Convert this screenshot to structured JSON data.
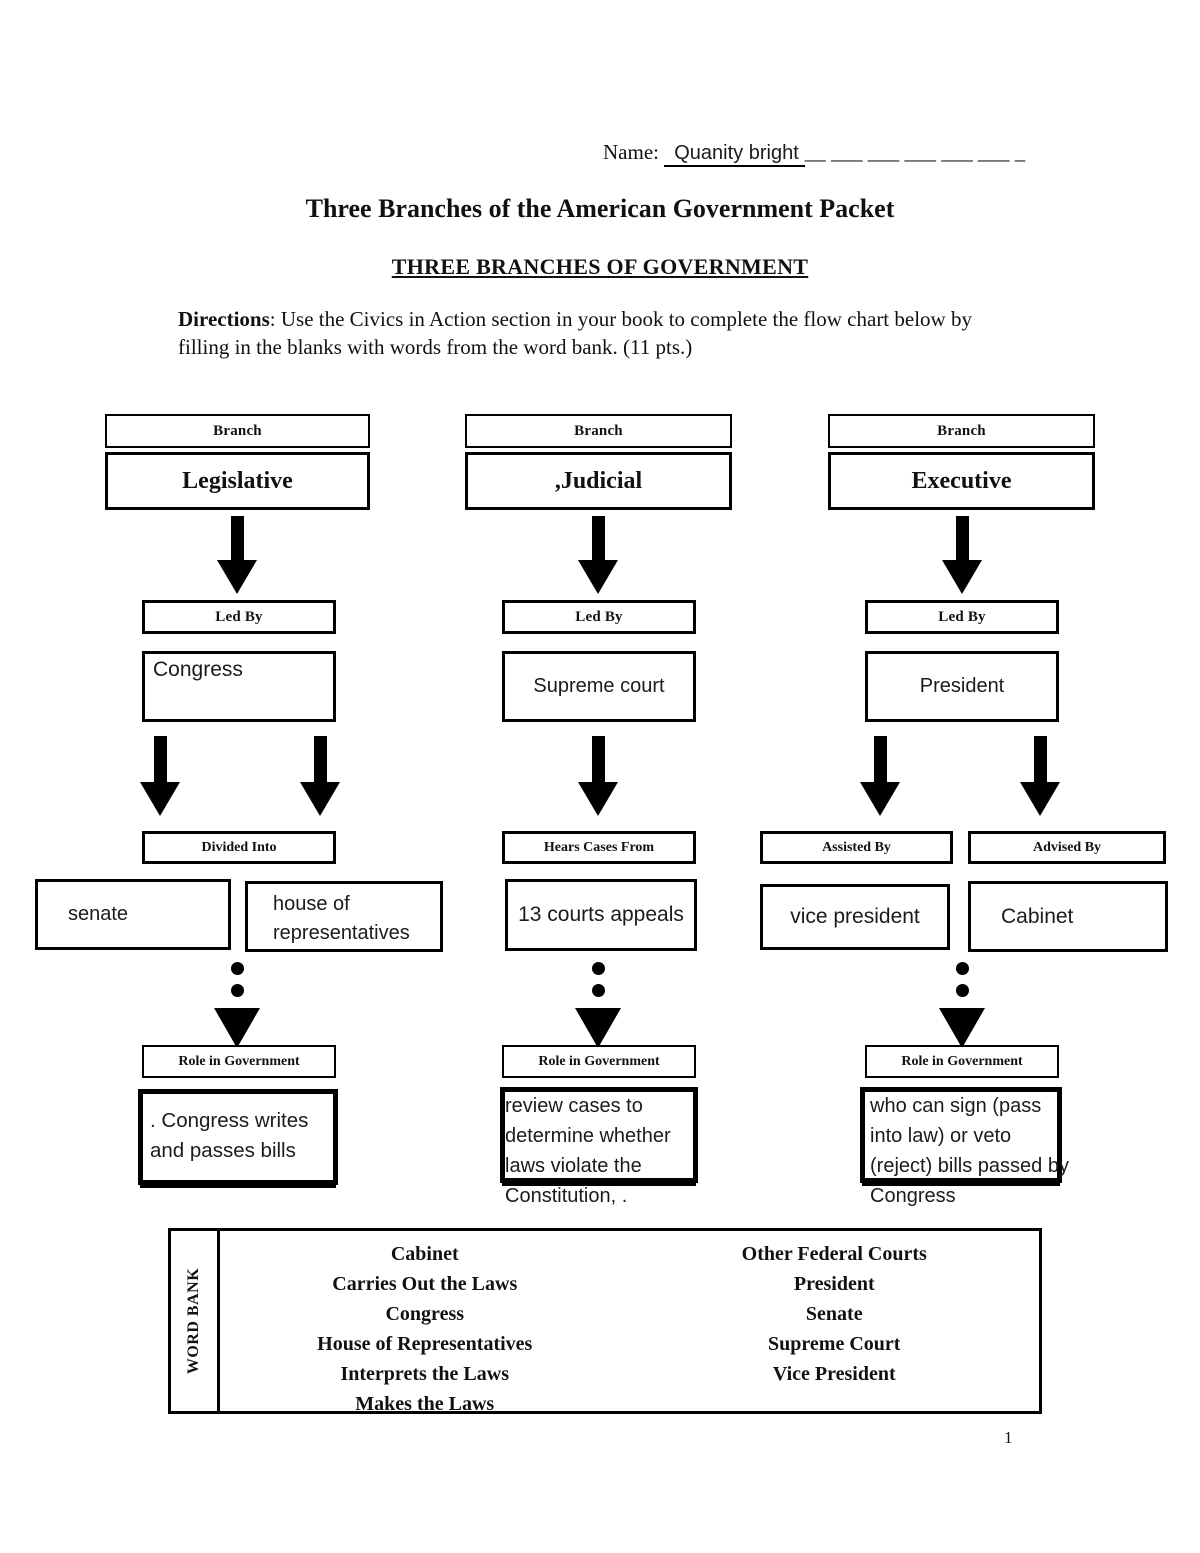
{
  "header": {
    "name_label": "Name:",
    "name_value": "Quanity bright",
    "name_blank_tail": "__ ___ ___ ___ ___ ___ _",
    "title": "Three Branches of the American Government Packet",
    "subtitle": "THREE BRANCHES OF GOVERNMENT",
    "directions_label": "Directions",
    "directions_text": ": Use the Civics in Action section in your book to complete the flow chart below by filling in the blanks with words from the word bank. (11 pts.)"
  },
  "chart": {
    "columns": [
      {
        "branch_label": "Branch",
        "branch_answer": "Legislative",
        "led_by_label": "Led By",
        "led_by_answer": "Congress",
        "sub_label": "Divided Into",
        "sub_answer_1": "senate",
        "sub_answer_2": "house of representatives",
        "role_label": "Role in Government",
        "role_line_1": ". Congress writes",
        "role_line_2": "and passes bills"
      },
      {
        "branch_label": "Branch",
        "branch_answer": ",Judicial",
        "led_by_label": "Led By",
        "led_by_answer": "Supreme court",
        "sub_label": "Hears Cases From",
        "sub_answer": "13 courts appeals",
        "role_label": "Role in Government",
        "role_line_1": "review cases to",
        "role_line_2": "determine whether",
        "role_line_3": "laws violate the",
        "role_line_4": "Constitution, ."
      },
      {
        "branch_label": "Branch",
        "branch_answer": "Executive",
        "led_by_label": "Led By",
        "led_by_answer": "President",
        "sub_label_1": "Assisted By",
        "sub_label_2": "Advised By",
        "sub_answer_1": "vice president",
        "sub_answer_2": "Cabinet",
        "role_label": "Role in Government",
        "role_line_1": "who can sign (pass",
        "role_line_2": "into law) or veto",
        "role_line_3": "(reject) bills passed by",
        "role_line_4": "Congress"
      }
    ]
  },
  "word_bank": {
    "label": "WORD BANK",
    "left": [
      "Cabinet",
      "Carries Out the Laws",
      "Congress",
      "House of Representatives",
      "Interprets the Laws",
      "Makes the Laws"
    ],
    "right": [
      "Other Federal Courts",
      "President",
      "Senate",
      "Supreme Court",
      "Vice President"
    ]
  },
  "footer": {
    "page_number": "1"
  }
}
